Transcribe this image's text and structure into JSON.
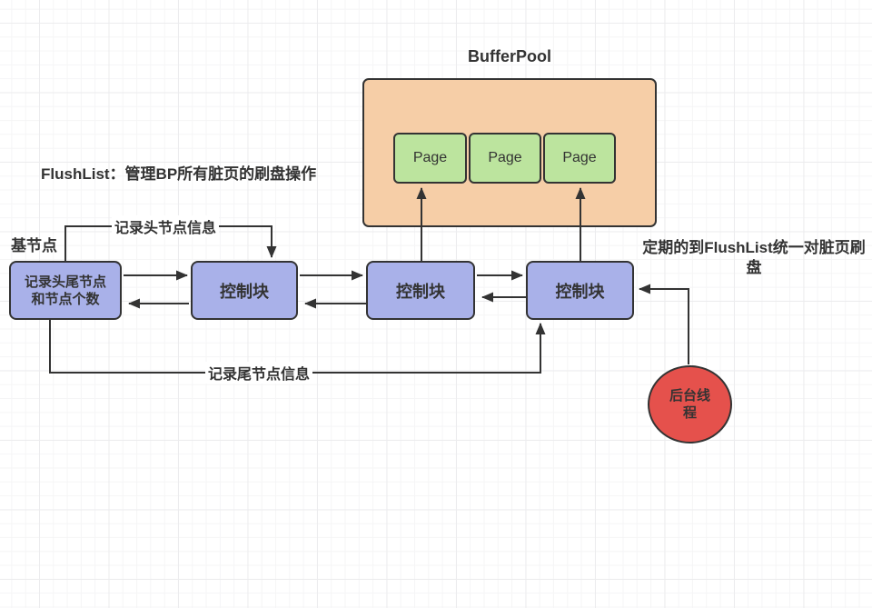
{
  "colors": {
    "bufferpool_fill": "#F6CEA7",
    "page_fill": "#BCE49E",
    "block_fill": "#A9B1E9",
    "thread_fill": "#E5514C",
    "stroke": "#333333",
    "text": "#333333"
  },
  "bufferpool": {
    "title": "BufferPool",
    "pages": [
      "Page",
      "Page",
      "Page"
    ]
  },
  "flushlist": {
    "caption": "FlushList：管理BP所有脏页的刷盘操作"
  },
  "base_node": {
    "label": "基节点",
    "line1": "记录头尾节点",
    "line2": "和节点个数"
  },
  "control_blocks": [
    "控制块",
    "控制块",
    "控制块"
  ],
  "connector_labels": {
    "head_info": "记录头节点信息",
    "tail_info": "记录尾节点信息"
  },
  "annotations": {
    "periodic_flush": "定期的到FlushList统一对脏页刷盘"
  },
  "background_thread": {
    "line1": "后台线",
    "line2": "程"
  }
}
